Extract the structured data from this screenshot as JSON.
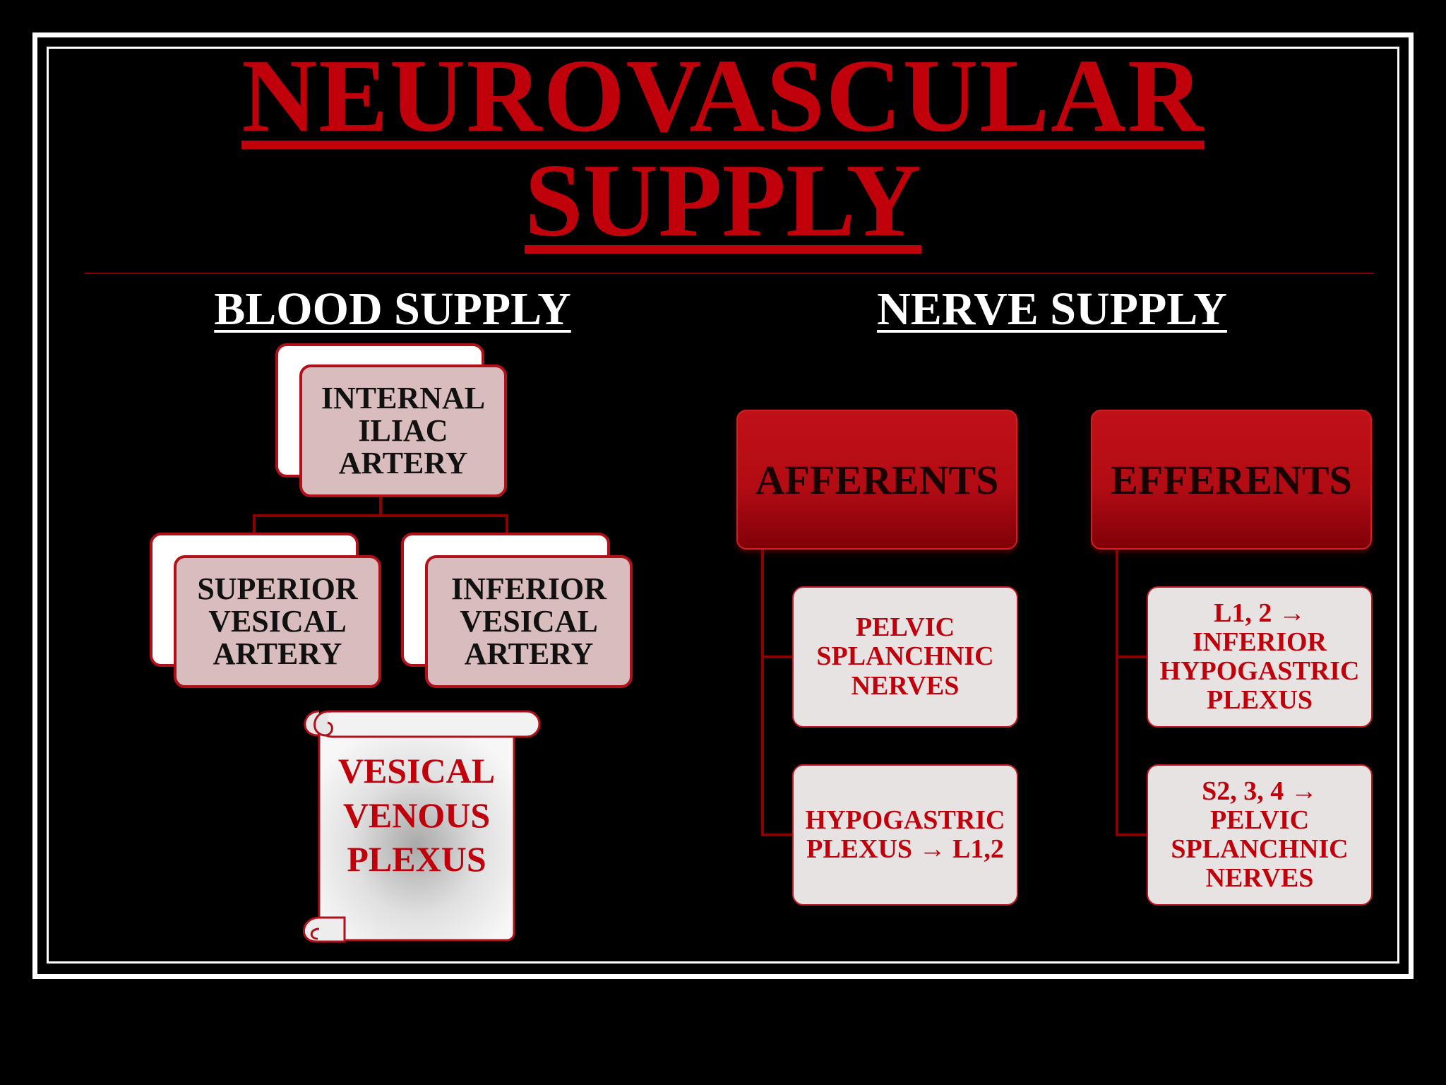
{
  "title": {
    "line1": "NEUROVASCULAR",
    "line2": "SUPPLY"
  },
  "blood_supply": {
    "heading": "BLOOD SUPPLY",
    "top": {
      "l1": "INTERNAL",
      "l2": "ILIAC",
      "l3": "ARTERY"
    },
    "left": {
      "l1": "SUPERIOR",
      "l2": "VESICAL",
      "l3": "ARTERY"
    },
    "right": {
      "l1": "INFERIOR",
      "l2": "VESICAL",
      "l3": "ARTERY"
    },
    "scroll": {
      "l1": "VESICAL",
      "l2": "VENOUS",
      "l3": "PLEXUS"
    }
  },
  "nerve_supply": {
    "heading": "NERVE SUPPLY",
    "afferents": {
      "label": "AFFERENTS",
      "item1": {
        "l1": "PELVIC",
        "l2": "SPLANCHNIC",
        "l3": "NERVES"
      },
      "item2": {
        "l1": "HYPOGASTRIC",
        "l2": "PLEXUS → L1,2"
      }
    },
    "efferents": {
      "label": "EFFERENTS",
      "item1": {
        "l1": "L1, 2 →",
        "l2": "INFERIOR",
        "l3": "HYPOGASTRIC",
        "l4": "PLEXUS"
      },
      "item2": {
        "l1": "S2, 3, 4 →",
        "l2": "PELVIC",
        "l3": "SPLANCHNIC",
        "l4": "NERVES"
      }
    }
  },
  "colors": {
    "accent_red": "#c0000b",
    "background": "#000000",
    "box_fill": "#d9bcbd",
    "nerve_box_fill": "#e8e3e3"
  }
}
